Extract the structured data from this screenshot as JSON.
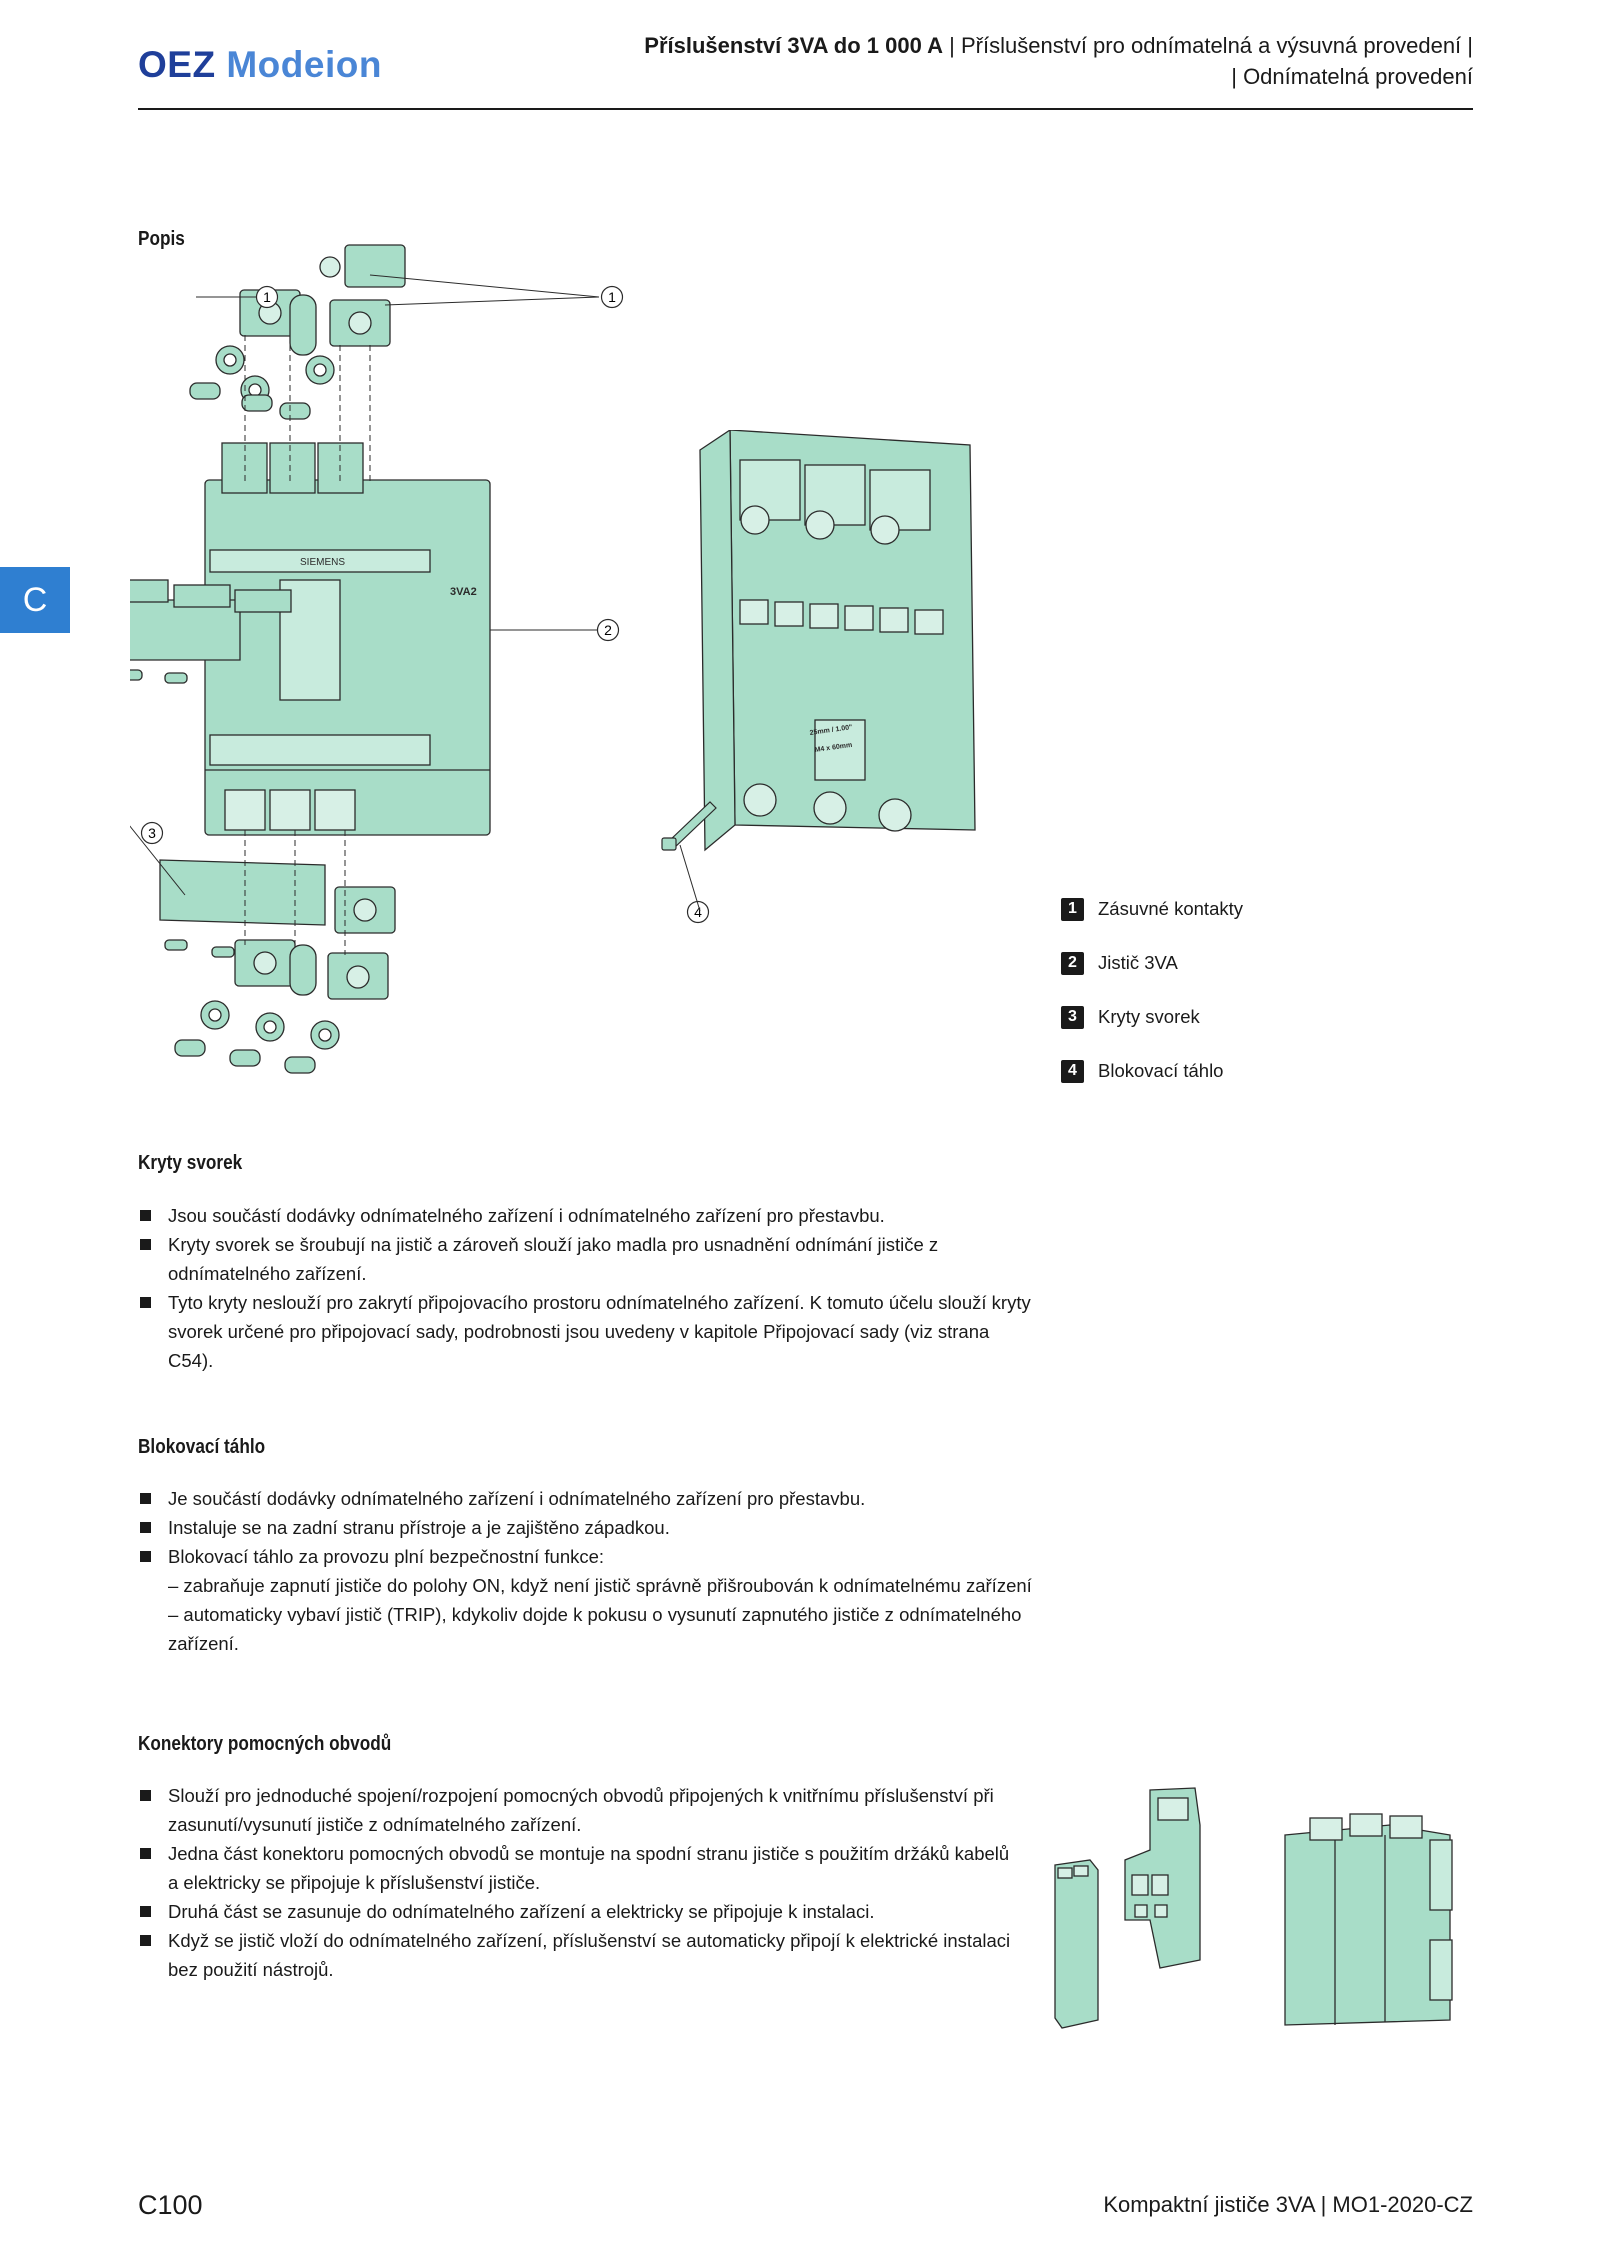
{
  "header": {
    "logo_part1": "OEZ",
    "logo_part2": "Modeion",
    "breadcrumb_line1_bold": "Příslušenství 3VA do 1 000 A",
    "breadcrumb_line1_rest": "Příslušenství pro odnímatelná a výsuvná provedení",
    "breadcrumb_line2": "Odnímatelná provedení"
  },
  "chapter_tab": "C",
  "sections": {
    "popis": {
      "title": "Popis"
    },
    "kryty": {
      "title": "Kryty svorek",
      "bullets": [
        "Jsou součástí dodávky odnímatelného zařízení i odnímatelného zařízení pro přestavbu.",
        "Kryty svorek se šroubují na jistič a zároveň slouží jako madla pro usnadnění odnímání jističe z odnímatelného zařízení.",
        "Tyto kryty neslouží pro zakrytí připojovacího prostoru odnímatelného zařízení. K tomuto účelu slouží kryty svorek určené pro připojovací sady, podrobnosti jsou uvedeny v kapitole Připojovací sady (viz strana C54)."
      ]
    },
    "blokovaci": {
      "title": "Blokovací táhlo",
      "bullets": [
        "Je součástí dodávky odnímatelného zařízení i odnímatelného zařízení pro přestavbu.",
        "Instaluje se na zadní stranu přístroje a je zajištěno západkou.",
        "Blokovací táhlo za provozu plní bezpečnostní funkce:"
      ],
      "sub": [
        "– zabraňuje zapnutí jističe do polohy ON, když není jistič správně přišroubován k odnímatelnému zařízení",
        "– automaticky vybaví jistič (TRIP), kdykoliv dojde k pokusu o vysunutí zapnutého jističe z odnímatelného zařízení."
      ]
    },
    "konektory": {
      "title": "Konektory pomocných obvodů",
      "bullets": [
        "Slouží pro jednoduché spojení/rozpojení pomocných obvodů připojených k vnitřnímu příslušenství při zasunutí/vysunutí jističe z odnímatelného zařízení.",
        "Jedna část konektoru pomocných obvodů se montuje na spodní stranu jističe s použitím držáků kabelů a elektricky se připojuje k příslušenství jističe.",
        "Druhá část se zasunuje do odnímatelného zařízení a elektricky se připojuje k instalaci.",
        "Když se jistič vloží do odnímatelného zařízení, příslušenství se automaticky připojí k elektrické instalaci bez použití nástrojů."
      ]
    }
  },
  "legend": [
    {
      "num": "1",
      "label": "Zásuvné kontakty"
    },
    {
      "num": "2",
      "label": "Jistič 3VA"
    },
    {
      "num": "3",
      "label": "Kryty svorek"
    },
    {
      "num": "4",
      "label": "Blokovací táhlo"
    }
  ],
  "callouts": {
    "c1": "1",
    "c2": "2",
    "c3": "3",
    "c4": "4"
  },
  "drawing_labels": {
    "brand": "SIEMENS",
    "model": "3VA2",
    "dim1": "25mm / 1.00\"",
    "dim2": "M4 x 60mm"
  },
  "footer": {
    "page": "C100",
    "doc": "Kompaktní jističe 3VA",
    "code": "MO1-2020-CZ"
  },
  "colors": {
    "accent": "#2f7fd1",
    "part_fill": "#a8ddc8",
    "part_stroke": "#2b2b2b"
  }
}
